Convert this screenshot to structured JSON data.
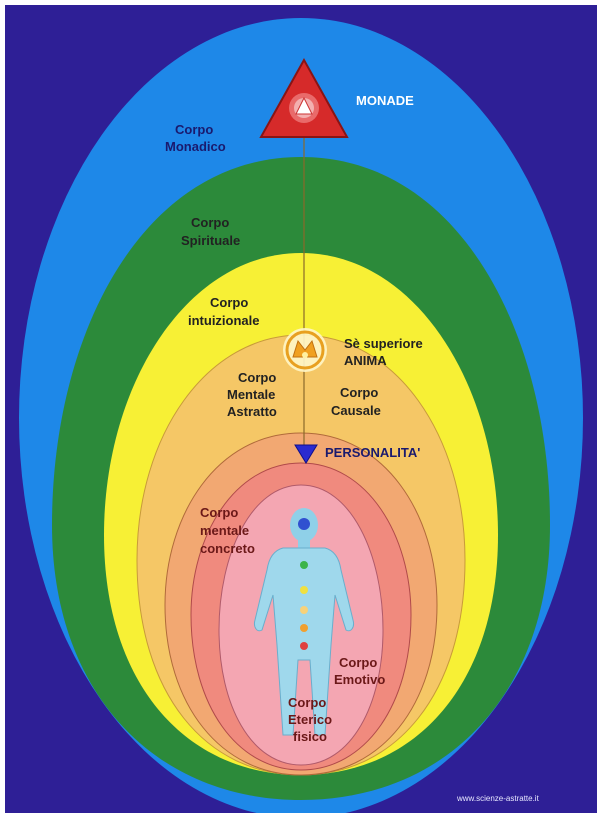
{
  "labels": {
    "monade": "MONADE",
    "corpo_monadico": [
      "Corpo",
      "Monadico"
    ],
    "corpo_spirituale": [
      "Corpo",
      "Spirituale"
    ],
    "corpo_intuizionale": [
      "Corpo",
      "intuizionale"
    ],
    "se_superiore": "Sè superiore",
    "anima": "ANIMA",
    "corpo_mentale_astratto": [
      "Corpo",
      "Mentale",
      "Astratto"
    ],
    "corpo_causale": [
      "Corpo",
      "Causale"
    ],
    "personalita": "PERSONALITA'",
    "corpo_mentale_concreto": [
      "Corpo",
      "mentale",
      "concreto"
    ],
    "corpo_emotivo": [
      "Corpo",
      "Emotivo"
    ],
    "corpo_eterico_fisico": [
      "Corpo",
      "Eterico",
      "fisico"
    ]
  },
  "watermark": "www.scienze-astratte.it",
  "colors": {
    "background": "#2e1f96",
    "monadic": "#1e88e8",
    "spiritual": "#2c8a3a",
    "intuitional": "#f7f035",
    "mental_abstract": "#f5c766",
    "mental_concrete": "#f2a872",
    "emotional": "#f08a7e",
    "etheric": "#f4a6b2",
    "monad_triangle": "#d62a2a",
    "personality_marker": "#2a2ad0"
  },
  "icons": [
    "triangle-monad-icon",
    "soul-lotus-icon",
    "personality-triangle-icon",
    "human-figure-icon"
  ]
}
